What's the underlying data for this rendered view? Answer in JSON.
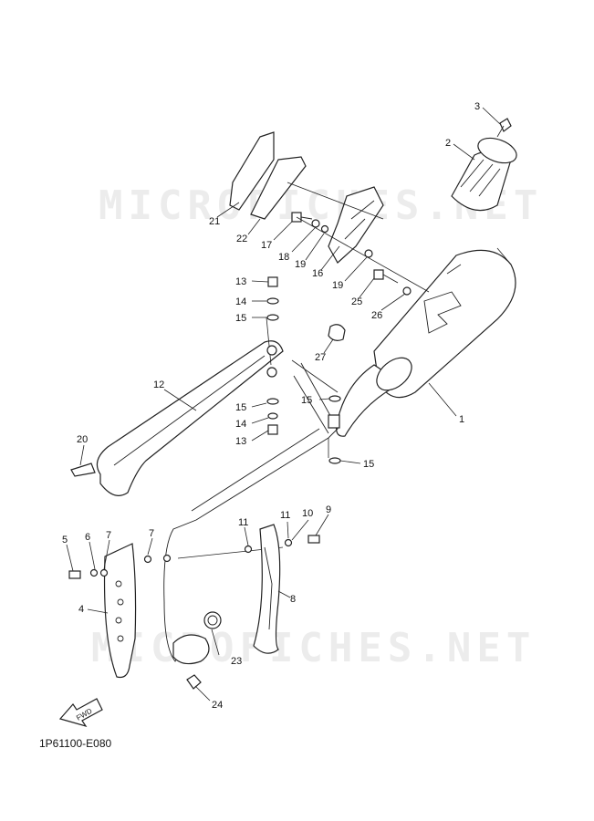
{
  "watermark": {
    "top": "MICROFICHES.NET",
    "bottom": "MICROFICHES.NET"
  },
  "diagram_code": "1P61100-E080",
  "fwd_label": "FWD",
  "callouts": [
    {
      "id": "c1",
      "text": "1"
    },
    {
      "id": "c2",
      "text": "2"
    },
    {
      "id": "c3",
      "text": "3"
    },
    {
      "id": "c4",
      "text": "4"
    },
    {
      "id": "c5",
      "text": "5"
    },
    {
      "id": "c6",
      "text": "6"
    },
    {
      "id": "c7a",
      "text": "7"
    },
    {
      "id": "c7b",
      "text": "7"
    },
    {
      "id": "c8",
      "text": "8"
    },
    {
      "id": "c9",
      "text": "9"
    },
    {
      "id": "c10",
      "text": "10"
    },
    {
      "id": "c11a",
      "text": "11"
    },
    {
      "id": "c11b",
      "text": "11"
    },
    {
      "id": "c12",
      "text": "12"
    },
    {
      "id": "c13a",
      "text": "13"
    },
    {
      "id": "c13b",
      "text": "13"
    },
    {
      "id": "c14a",
      "text": "14"
    },
    {
      "id": "c14b",
      "text": "14"
    },
    {
      "id": "c15a",
      "text": "15"
    },
    {
      "id": "c15b",
      "text": "15"
    },
    {
      "id": "c15c",
      "text": "15"
    },
    {
      "id": "c15d",
      "text": "15"
    },
    {
      "id": "c16",
      "text": "16"
    },
    {
      "id": "c17",
      "text": "17"
    },
    {
      "id": "c18",
      "text": "18"
    },
    {
      "id": "c19a",
      "text": "19"
    },
    {
      "id": "c19b",
      "text": "19"
    },
    {
      "id": "c20",
      "text": "20"
    },
    {
      "id": "c21",
      "text": "21"
    },
    {
      "id": "c22",
      "text": "22"
    },
    {
      "id": "c23",
      "text": "23"
    },
    {
      "id": "c24",
      "text": "24"
    },
    {
      "id": "c25",
      "text": "25"
    },
    {
      "id": "c26",
      "text": "26"
    },
    {
      "id": "c27",
      "text": "27"
    }
  ]
}
